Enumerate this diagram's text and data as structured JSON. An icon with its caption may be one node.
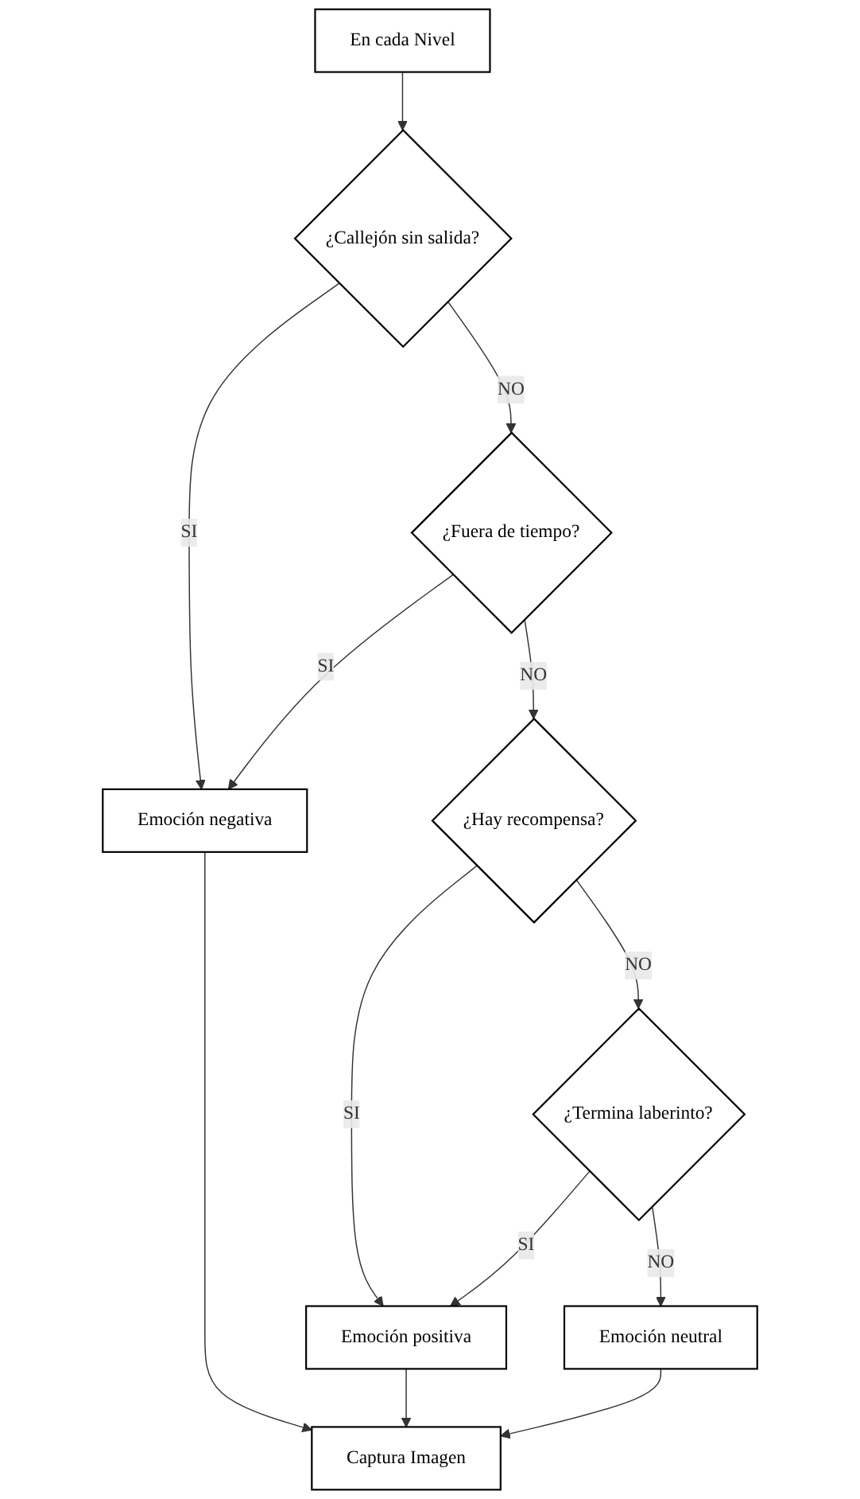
{
  "diagram": {
    "nodes": [
      {
        "text": [
          "En cada Nivel"
        ]
      },
      {
        "text": [
          "¿Callejón sin salida?"
        ]
      },
      {
        "text": [
          "Emoción negativa"
        ]
      },
      {
        "text": [
          "¿Fuera de tiempo?"
        ]
      },
      {
        "text": [
          "¿Hay recompensa?"
        ]
      },
      {
        "text": [
          "¿Termina laberinto?"
        ]
      },
      {
        "text": [
          "Emoción positiva"
        ]
      },
      {
        "text": [
          "Emoción neutral"
        ]
      },
      {
        "text": [
          "Captura Imagen"
        ]
      }
    ],
    "edges": [
      {
        "from": 0,
        "to": 1,
        "arrow": "to"
      },
      {
        "from": 1,
        "to": 2,
        "label": "SI",
        "arrow": "to"
      },
      {
        "from": 1,
        "to": 3,
        "label": "NO",
        "arrow": "to"
      },
      {
        "from": 3,
        "to": 2,
        "label": "SI",
        "arrow": "to"
      },
      {
        "from": 3,
        "to": 4,
        "label": "NO",
        "arrow": "to"
      },
      {
        "from": 4,
        "to": 6,
        "label": "SI",
        "arrow": "to"
      },
      {
        "from": 4,
        "to": 5,
        "label": "NO",
        "arrow": "to"
      },
      {
        "from": 5,
        "to": 6,
        "label": "SI",
        "arrow": "to"
      },
      {
        "from": 5,
        "to": 7,
        "label": "NO",
        "arrow": "to"
      },
      {
        "from": 6,
        "to": 8,
        "arrow": "to"
      },
      {
        "from": 7,
        "to": 8,
        "arrow": "to"
      },
      {
        "from": 2,
        "to": 8,
        "arrow": "to"
      }
    ]
  }
}
